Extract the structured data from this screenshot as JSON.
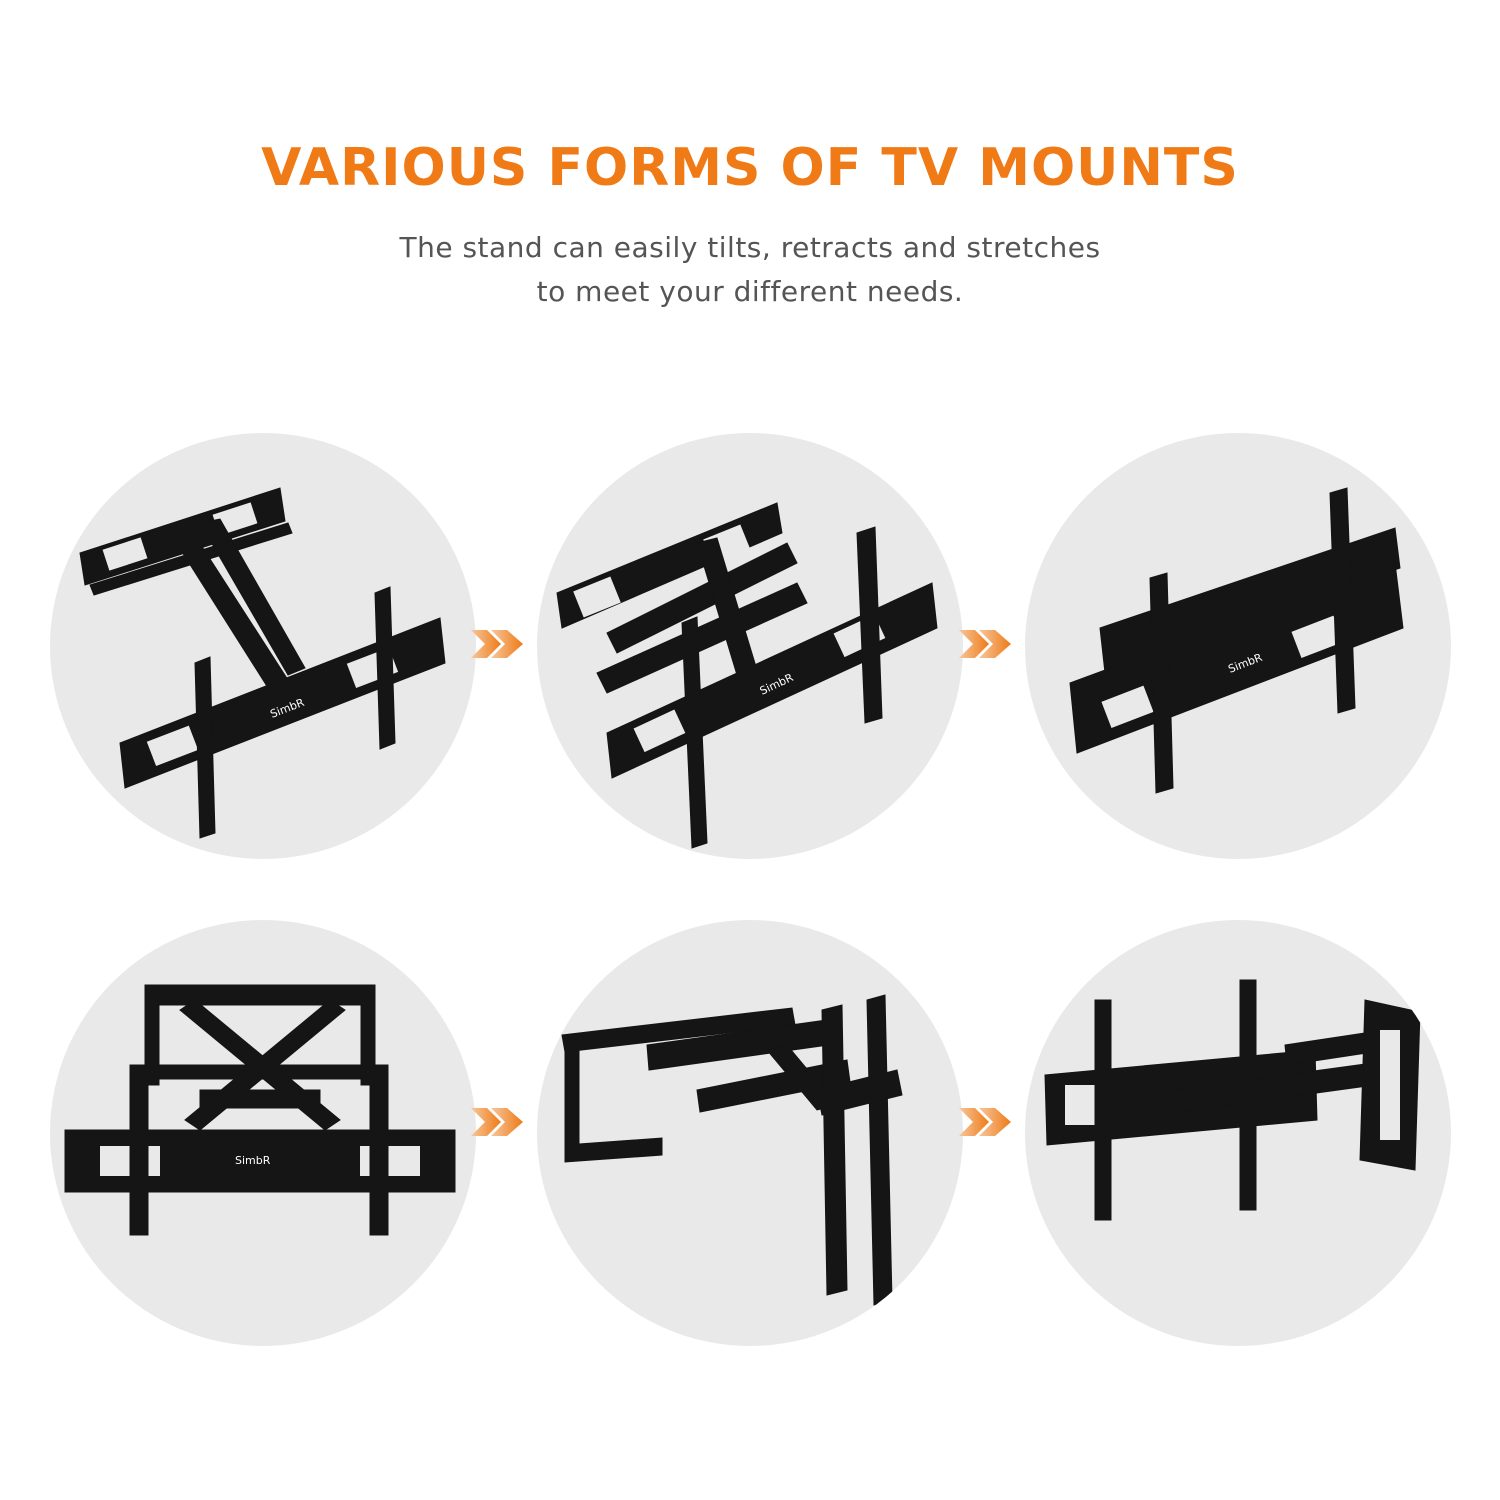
{
  "header": {
    "title": "VARIOUS FORMS OF TV MOUNTS",
    "subtitle_line1": "The stand can easily tilts, retracts and stretches",
    "subtitle_line2": "to meet your different needs."
  },
  "brand": {
    "logo_text": "SimbR"
  },
  "colors": {
    "accent": "#ef7a16",
    "circle_bg": "#e9e9e9",
    "mount": "#151515"
  },
  "rows": [
    {
      "views": [
        "extended-arm-view",
        "partially-retracted-view",
        "folded-flat-view"
      ]
    },
    {
      "views": [
        "front-extended-view",
        "side-swivel-view",
        "rear-swivel-view"
      ]
    }
  ],
  "icons": {
    "step_arrow": "double-chevron-right-icon"
  }
}
